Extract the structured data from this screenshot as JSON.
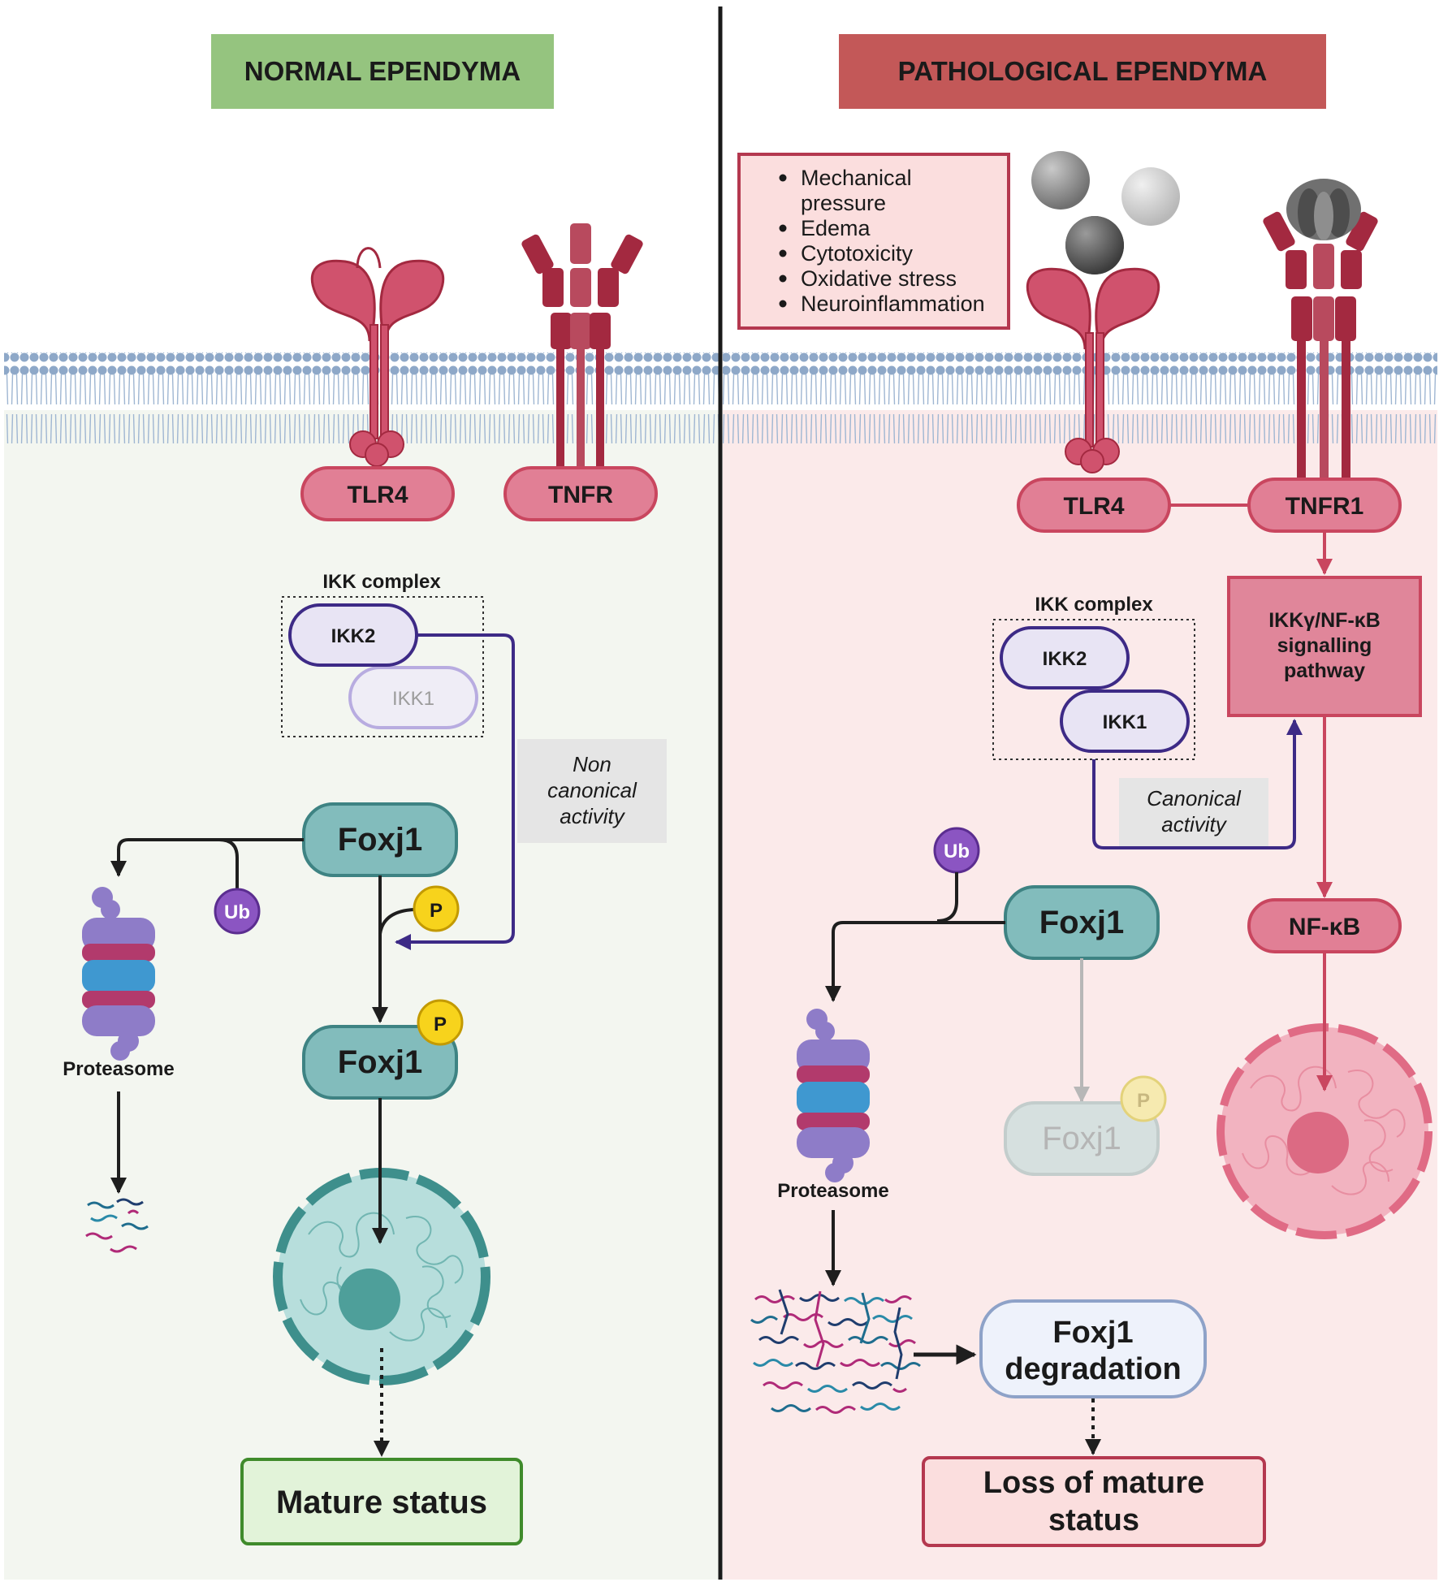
{
  "left_panel": {
    "title": "NORMAL EPENDYMA",
    "receptor_tlr4": "TLR4",
    "receptor_tnfr": "TNFR",
    "ikk_complex_label": "IKK complex",
    "ikk2": "IKK2",
    "ikk1": "IKK1",
    "non_canonical": [
      "Non",
      "canonical",
      "activity"
    ],
    "foxj1": "Foxj1",
    "foxj1_phospho": "Foxj1",
    "ub": "Ub",
    "p": "P",
    "p2": "P",
    "proteasome": "Proteasome",
    "outcome": "Mature status"
  },
  "right_panel": {
    "title": "PATHOLOGICAL EPENDYMA",
    "stressors": [
      "Mechanical",
      "pressure",
      "Edema",
      "Cytotoxicity",
      "Oxidative stress",
      "Neuroinflammation"
    ],
    "receptor_tlr4": "TLR4",
    "receptor_tnfr1": "TNFR1",
    "pathway": [
      "IKKγ/NF-κB",
      "signalling",
      "pathway"
    ],
    "ikk_complex_label": "IKK complex",
    "ikk2": "IKK2",
    "ikk1": "IKK1",
    "canonical": [
      "Canonical",
      "activity"
    ],
    "nfkb": "NF-κB",
    "ub": "Ub",
    "foxj1": "Foxj1",
    "foxj1_faded": "Foxj1",
    "p": "P",
    "proteasome": "Proteasome",
    "degradation": [
      "Foxj1",
      "degradation"
    ],
    "outcome": [
      "Loss of mature",
      "status"
    ]
  },
  "colors": {
    "normal_header": "#95c47f",
    "pathological_header": "#c35858",
    "normal_cytoplasm": "#f3f6f0",
    "pathological_cytoplasm": "#fbeaea",
    "receptor": "#d0526d",
    "receptor_dark": "#a32940",
    "foxj1": "#82bcbc",
    "ikk_fill": "#e8e4f4",
    "ikk_stroke": "#3d2a86",
    "phospho": "#f7d31c",
    "ubiquitin": "#8b55c2"
  }
}
